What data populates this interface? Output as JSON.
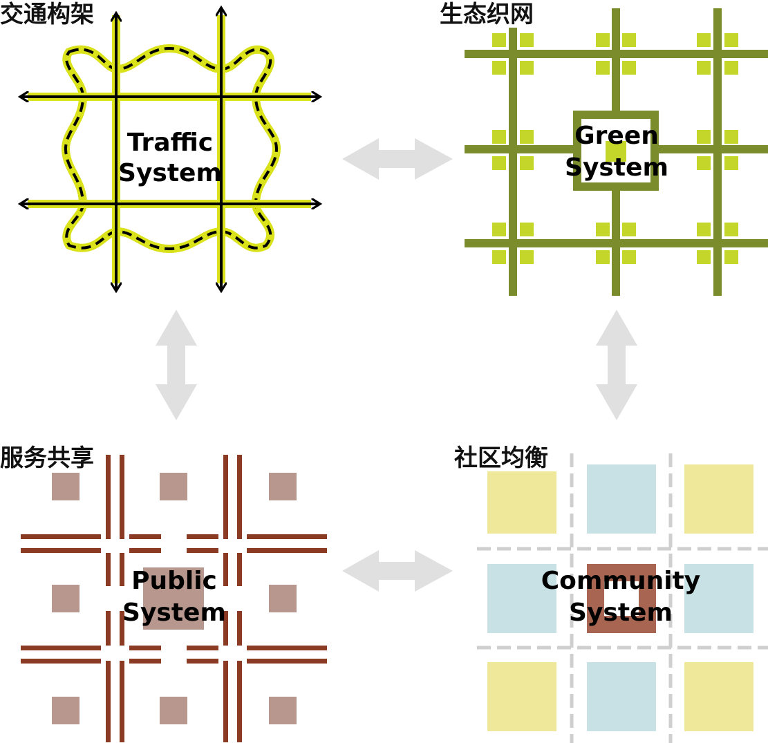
{
  "panels": {
    "traffic": {
      "heading": "交通构架",
      "label_line1": "Traffic",
      "label_line2": "System",
      "colors": {
        "road": "#d9e21a",
        "dark": "#000000"
      }
    },
    "green": {
      "heading": "生态织网",
      "label_line1": "Green",
      "label_line2": "System",
      "colors": {
        "grid": "#7a8c2c",
        "patch": "#c5d62a"
      }
    },
    "public": {
      "heading": "服务共享",
      "label_line1": "Public",
      "label_line2": "System",
      "colors": {
        "road": "#8b3a24",
        "block": "#b8978e"
      }
    },
    "community": {
      "heading": "社区均衡",
      "label_line1": "Community",
      "label_line2": "System",
      "colors": {
        "yellow": "#efe89b",
        "blue": "#c7e1e4",
        "core": "#a86552",
        "dash": "#cfcfcf"
      }
    }
  },
  "connectors": {
    "color": "#e0e0e0",
    "icon": "double-arrow-icon"
  }
}
